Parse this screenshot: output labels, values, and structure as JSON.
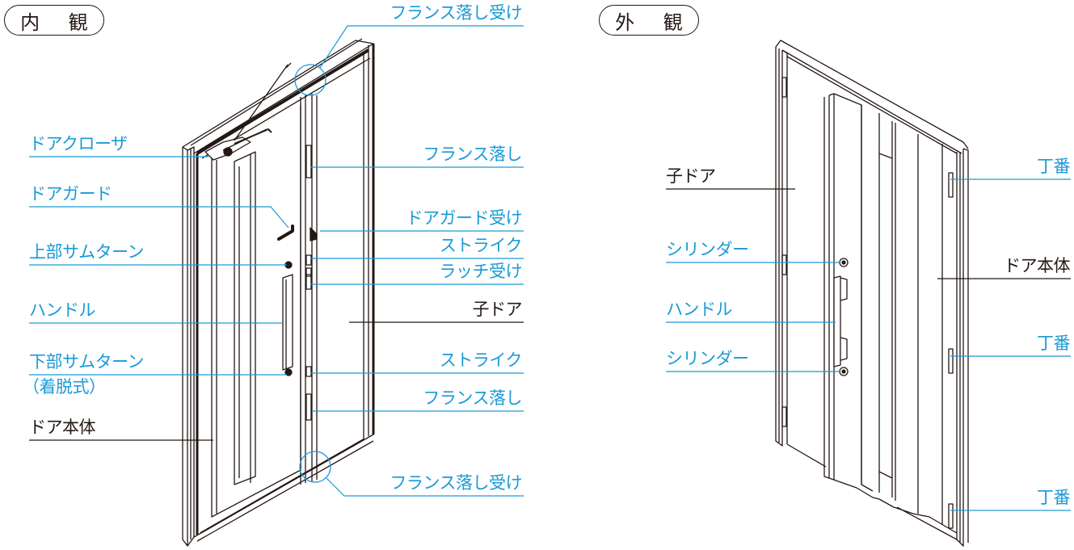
{
  "colors": {
    "label_blue": "#1a9ad6",
    "label_black": "#231815",
    "line_drawing": "#231815",
    "background": "#ffffff"
  },
  "interior": {
    "title": "内 観",
    "labels_left": [
      {
        "id": "door-closer",
        "text": "ドアクローザ",
        "color": "blue"
      },
      {
        "id": "door-guard",
        "text": "ドアガード",
        "color": "blue"
      },
      {
        "id": "upper-thumbturn",
        "text": "上部サムターン",
        "color": "blue"
      },
      {
        "id": "handle",
        "text": "ハンドル",
        "color": "blue"
      },
      {
        "id": "lower-thumbturn",
        "text": "下部サムターン",
        "color": "blue"
      },
      {
        "id": "lower-thumbturn-note",
        "text": "（着脱式）",
        "color": "blue"
      },
      {
        "id": "door-body",
        "text": "ドア本体",
        "color": "black"
      }
    ],
    "labels_right": [
      {
        "id": "flush-bolt-keeper-top",
        "text": "フランス落し受け",
        "color": "blue"
      },
      {
        "id": "flush-bolt-top",
        "text": "フランス落し",
        "color": "blue"
      },
      {
        "id": "door-guard-keeper",
        "text": "ドアガード受け",
        "color": "blue"
      },
      {
        "id": "strike-top",
        "text": "ストライク",
        "color": "blue"
      },
      {
        "id": "latch-keeper",
        "text": "ラッチ受け",
        "color": "blue"
      },
      {
        "id": "sub-door",
        "text": "子ドア",
        "color": "black"
      },
      {
        "id": "strike-bottom",
        "text": "ストライク",
        "color": "blue"
      },
      {
        "id": "flush-bolt-bottom",
        "text": "フランス落し",
        "color": "blue"
      },
      {
        "id": "flush-bolt-keeper-bottom",
        "text": "フランス落し受け",
        "color": "blue"
      }
    ]
  },
  "exterior": {
    "title": "外 観",
    "labels_left": [
      {
        "id": "sub-door",
        "text": "子ドア",
        "color": "black"
      },
      {
        "id": "cylinder-top",
        "text": "シリンダー",
        "color": "blue"
      },
      {
        "id": "handle",
        "text": "ハンドル",
        "color": "blue"
      },
      {
        "id": "cylinder-bottom",
        "text": "シリンダー",
        "color": "blue"
      }
    ],
    "labels_right": [
      {
        "id": "hinge-top",
        "text": "丁番",
        "color": "blue"
      },
      {
        "id": "door-body",
        "text": "ドア本体",
        "color": "black"
      },
      {
        "id": "hinge-middle",
        "text": "丁番",
        "color": "blue"
      },
      {
        "id": "hinge-bottom",
        "text": "丁番",
        "color": "blue"
      }
    ]
  }
}
